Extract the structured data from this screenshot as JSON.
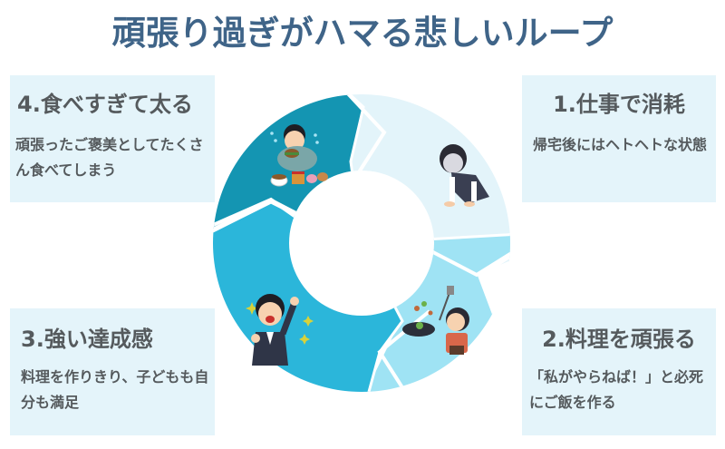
{
  "title": "頑張り過ぎがハマる悲しいループ",
  "colors": {
    "title": "#3f6488",
    "card_bg": "#e4f4fa",
    "text": "#555a5d",
    "segment_1": "#e3f4fa",
    "segment_2": "#9fe3f4",
    "segment_3": "#2bb6da",
    "segment_4": "#1495b2"
  },
  "steps": [
    {
      "number": "1",
      "heading": "1.仕事で消耗",
      "description": "帰宅後にはヘトヘトな状態",
      "illustration": "exhausted-woman-on-knees"
    },
    {
      "number": "2",
      "heading": "2.料理を頑張る",
      "description": "「私がやらねば！」と必死にご飯を作る",
      "illustration": "woman-cooking-with-frying-pan"
    },
    {
      "number": "3",
      "heading": "3.強い達成感",
      "description": "料理を作りきり、子どもも自分も満足",
      "illustration": "cheering-person-fist-up"
    },
    {
      "number": "4",
      "heading": "4.食べすぎて太る",
      "description": "頑張ったご褒美としてたくさん食べてしまう",
      "illustration": "person-overeating-food"
    }
  ]
}
